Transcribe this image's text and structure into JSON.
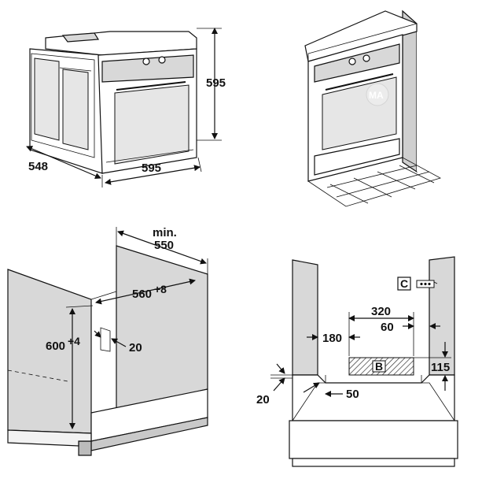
{
  "panel1": {
    "height_label": "595",
    "depth_label": "548",
    "width_label": "595"
  },
  "panel3": {
    "min_label": "min.",
    "min_value": "550",
    "width_label": "560",
    "width_tol": "+8",
    "height_label": "600",
    "height_tol": "+4",
    "gap_label": "20"
  },
  "panel4": {
    "label_c": "C",
    "label_b": "B",
    "dim_320": "320",
    "dim_60": "60",
    "dim_180": "180",
    "dim_115": "115",
    "dim_20": "20",
    "dim_50": "50"
  },
  "watermark": "MA"
}
